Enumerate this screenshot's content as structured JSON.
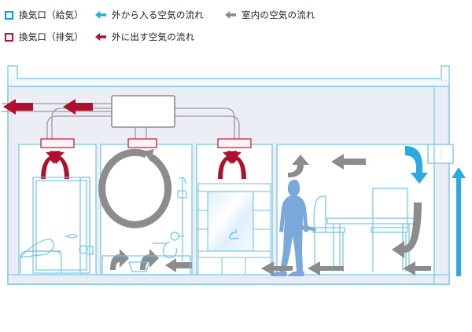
{
  "legend": {
    "rows": [
      {
        "items": [
          {
            "icon": "vent-square-supply",
            "color": "#00a0e9",
            "label": "換気口（給気）"
          },
          {
            "icon": "arrow-left-cyan",
            "color": "#29abe2",
            "label": "外から入る空気の流れ"
          },
          {
            "icon": "arrow-left-gray",
            "color": "#8c8c8c",
            "label": "室内の空気の流れ"
          }
        ]
      },
      {
        "items": [
          {
            "icon": "vent-square-exhaust",
            "color": "#c8102e",
            "label": "換気口（排気）"
          },
          {
            "icon": "arrow-left-crimson",
            "color": "#b01030",
            "label": "外に出す空気の流れ"
          }
        ]
      }
    ]
  },
  "diagram": {
    "title": "house-ventilation-cross-section",
    "unit": {
      "name": "ventilation-unit",
      "label": ""
    },
    "rooms": [
      {
        "name": "toilet-room",
        "label": ""
      },
      {
        "name": "bathroom",
        "label": ""
      },
      {
        "name": "washroom",
        "label": ""
      },
      {
        "name": "living-dining-room",
        "label": ""
      }
    ],
    "vents": [
      {
        "name": "vent-toilet",
        "type": "exhaust"
      },
      {
        "name": "vent-bathroom",
        "type": "exhaust"
      },
      {
        "name": "vent-washroom",
        "type": "exhaust"
      },
      {
        "name": "vent-outdoor-supply",
        "type": "supply"
      }
    ],
    "flows": [
      {
        "name": "exhaust-to-outside-upper",
        "color": "#b01030",
        "direction": "left"
      },
      {
        "name": "exhaust-to-outside-lower",
        "color": "#b01030",
        "direction": "left"
      },
      {
        "name": "supply-from-outside",
        "color": "#29abe2",
        "direction": "up-then-down"
      },
      {
        "name": "indoor-airflow",
        "color": "#8c8c8c",
        "direction": "right-to-left"
      }
    ],
    "colors": {
      "outline": "#6ec6e8",
      "wall_fill": "#eceef6",
      "room_fill": "#ffffff",
      "supply": "#29abe2",
      "exhaust": "#b01030",
      "indoor": "#8c8c8c",
      "duct": "#9a9a9a",
      "person": "#7aa8db"
    }
  }
}
